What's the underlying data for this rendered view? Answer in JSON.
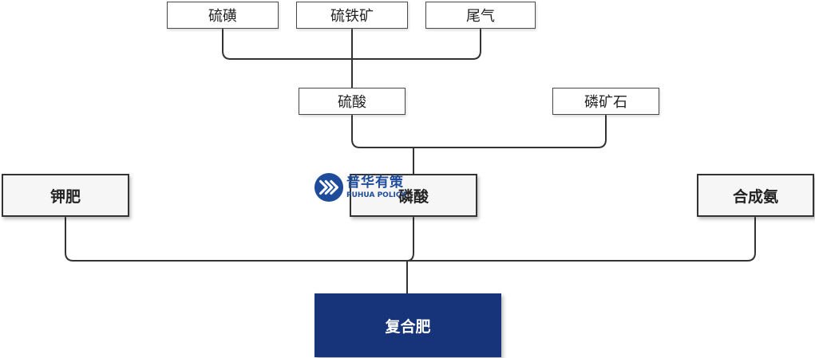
{
  "nodes": {
    "sulfur": "硫磺",
    "pyrite": "硫铁矿",
    "tail_gas": "尾气",
    "sulfuric_acid": "硫酸",
    "phosphate_rock": "磷矿石",
    "potash": "钾肥",
    "phosphoric_acid": "磷酸",
    "synthetic_ammonia": "合成氨",
    "compound_fertilizer": "复合肥"
  },
  "watermark": {
    "name_cn": "普华有策",
    "name_en": "PUHUA POLICY"
  },
  "colors": {
    "final_node": "#17347a",
    "connector": "#333333",
    "watermark": "#1e4c9a"
  }
}
